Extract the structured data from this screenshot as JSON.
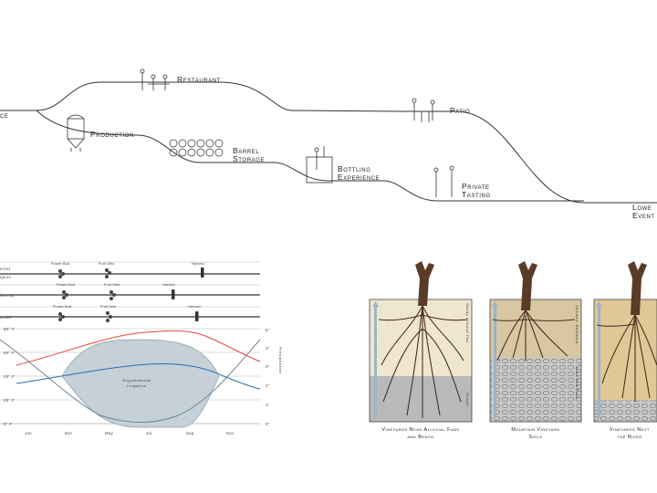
{
  "flow": {
    "left_edge": "ce",
    "restaurant": "Restaurant",
    "production": "Production",
    "barrel_1": "Barrel",
    "barrel_2": "Storage",
    "bottling_1": "Bottling",
    "bottling_2": "Experience",
    "patio": "Patio",
    "private_1": "Private",
    "private_2": "Tasting",
    "lower_1": "Lowe",
    "lower_2": "Event"
  },
  "chart": {
    "varieties": [
      "ernet",
      "ignon",
      "donnay",
      "andel"
    ],
    "events": {
      "flower_bud": "Flower Bud",
      "fruit_sets": "Fruit Sets",
      "harvest": "Harvest",
      "flower_bud_2": "Flower Bud",
      "fruit_sets_2": "Fruit Sets",
      "harvest_2": "Harvest",
      "flower_bud_3": "Flower Bud",
      "fruit_sets_3": "Fruit Sets",
      "harvest_3": "Harvest"
    },
    "y_left": [
      "80° F",
      "60° F",
      "40° F",
      "20° F",
      "0° F"
    ],
    "y_right": [
      "5\"",
      "4\"",
      "3\"",
      "2\"",
      "1\"",
      "0\""
    ],
    "right_axis_label": "Precipitation",
    "months": [
      "Jan",
      "Mar",
      "May",
      "Jul",
      "Sep",
      "Nov"
    ],
    "area_label_1": "Supplemental",
    "area_label_2": "Irrigation",
    "colors": {
      "red": "#e8473c",
      "blue": "#2f6ea8",
      "gray": "#6f8794",
      "area": "#c5d0d8"
    }
  },
  "soils": {
    "panel1": {
      "upper": "Sandy Alluvial Fan",
      "lower": "Gravel",
      "caption_1": "Vineyards Near Alluvial Fans",
      "caption_2": "and Bench"
    },
    "panel2": {
      "upper": "Volcanic Sediment",
      "lower": "Hard Red Rock",
      "caption_1": "Mountain Vineyard",
      "caption_2": "Soils"
    },
    "panel3": {
      "caption_1": "Vineyards Next",
      "caption_2": "the River"
    }
  }
}
